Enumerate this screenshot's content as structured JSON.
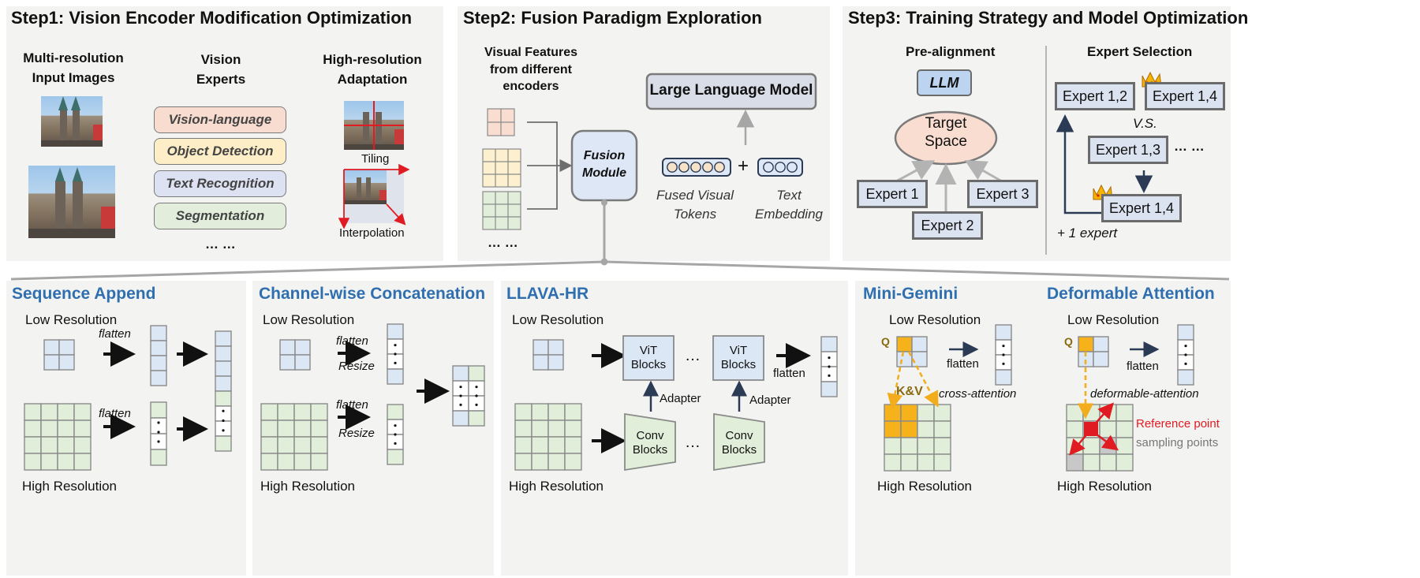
{
  "step1": {
    "title": "Step1: Vision Encoder Modification Optimization",
    "col1_label": "Multi-resolution Input Images",
    "col2_label": "Vision Experts",
    "col3_label": "High-resolution Adaptation",
    "experts": [
      {
        "label": "Vision-language",
        "color": "#f8dccf"
      },
      {
        "label": "Object Detection",
        "color": "#fdeec7"
      },
      {
        "label": "Text Recognition",
        "color": "#dde2f2"
      },
      {
        "label": "Segmentation",
        "color": "#e2eedb"
      }
    ],
    "ellipsis": "… …",
    "tiling": "Tiling",
    "interpolation": "Interpolation"
  },
  "step2": {
    "title": "Step2: Fusion Paradigm Exploration",
    "features_label": "Visual Features from different encoders",
    "fusion_module": "Fusion Module",
    "llm": "Large Language Model",
    "fused_tokens": "Fused Visual Tokens",
    "text_embedding": "Text Embedding",
    "plus": "+",
    "ellipsis": "… …"
  },
  "step3": {
    "title": "Step3: Training Strategy and Model Optimization",
    "prealign": "Pre-alignment",
    "llm": "LLM",
    "target_space": "Target Space",
    "expert1": "Expert 1",
    "expert2": "Expert 2",
    "expert3": "Expert 3",
    "expert_selection": "Expert Selection",
    "e12": "Expert 1,2",
    "e14": "Expert 1,4",
    "vs": "V.S.",
    "e13": "Expert 1,3",
    "dots": "… …",
    "e14b": "Expert 1,4",
    "plus_one": "+ 1 expert"
  },
  "bottom": {
    "seq_title": "Sequence Append",
    "chan_title": "Channel-wise Concatenation",
    "llava_title": "LLAVA-HR",
    "mini_title": "Mini-Gemini",
    "deform_title": "Deformable Attention",
    "low_res": "Low Resolution",
    "high_res": "High Resolution",
    "flatten": "flatten",
    "resize": "Resize",
    "vit_blocks": "ViT Blocks",
    "conv_blocks": "Conv Blocks",
    "adapter": "Adapter",
    "ellipsis": "…",
    "q": "Q",
    "kv": "K&V",
    "cross_attention": "cross-attention",
    "deformable_attention": "deformable-attention",
    "reference_point": "Reference point",
    "sampling_points": "sampling points"
  },
  "colors": {
    "blue_cell": "#dbe7f4",
    "green_cell": "#e1eed9",
    "orange_cell": "#f8ddd0",
    "yellow_cell": "#fdf0cf",
    "highlight": "#f5b21a",
    "accent_title": "#2f6fb0",
    "red": "#e11b22"
  }
}
